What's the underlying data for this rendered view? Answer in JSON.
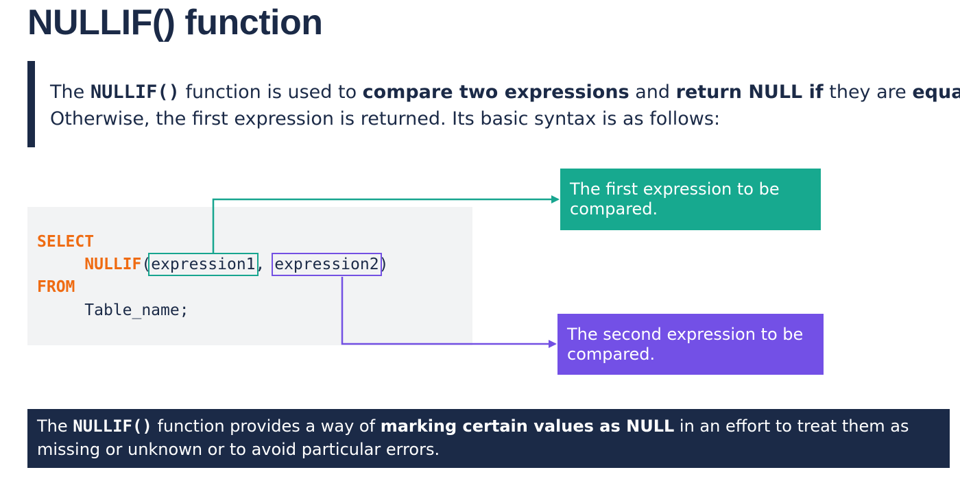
{
  "title": "NULLIF() function",
  "intro": {
    "p1": "The ",
    "fn": "NULLIF()",
    "p2": " function is used to ",
    "b1": "compare two expressions",
    "p3": " and ",
    "b2": "return NULL if",
    "p4": " they are ",
    "b3": "equal",
    "p5": ".",
    "line2": "Otherwise, the first expression is returned. Its basic syntax is as follows:"
  },
  "code": {
    "select": "SELECT",
    "indent": "     ",
    "fn_name": "NULLIF",
    "open_paren": "(",
    "arg1": "expression1",
    "comma": ", ",
    "arg2": "expression2",
    "close_paren": ")",
    "from": "FROM",
    "table": "Table_name;"
  },
  "callouts": {
    "first": "The first expression to be compared.",
    "second": "The second expression to be compared."
  },
  "footer": {
    "p1": "The ",
    "fn": "NULLIF()",
    "p2": " function provides a way of ",
    "b1": "marking certain values as NULL",
    "p3": " in an effort to treat them as missing or unknown or to avoid particular errors."
  },
  "colors": {
    "navy": "#1b2a47",
    "keyword_orange": "#ef6b12",
    "green": "#17a98f",
    "purple": "#7350e6",
    "code_bg": "#f2f3f4"
  }
}
